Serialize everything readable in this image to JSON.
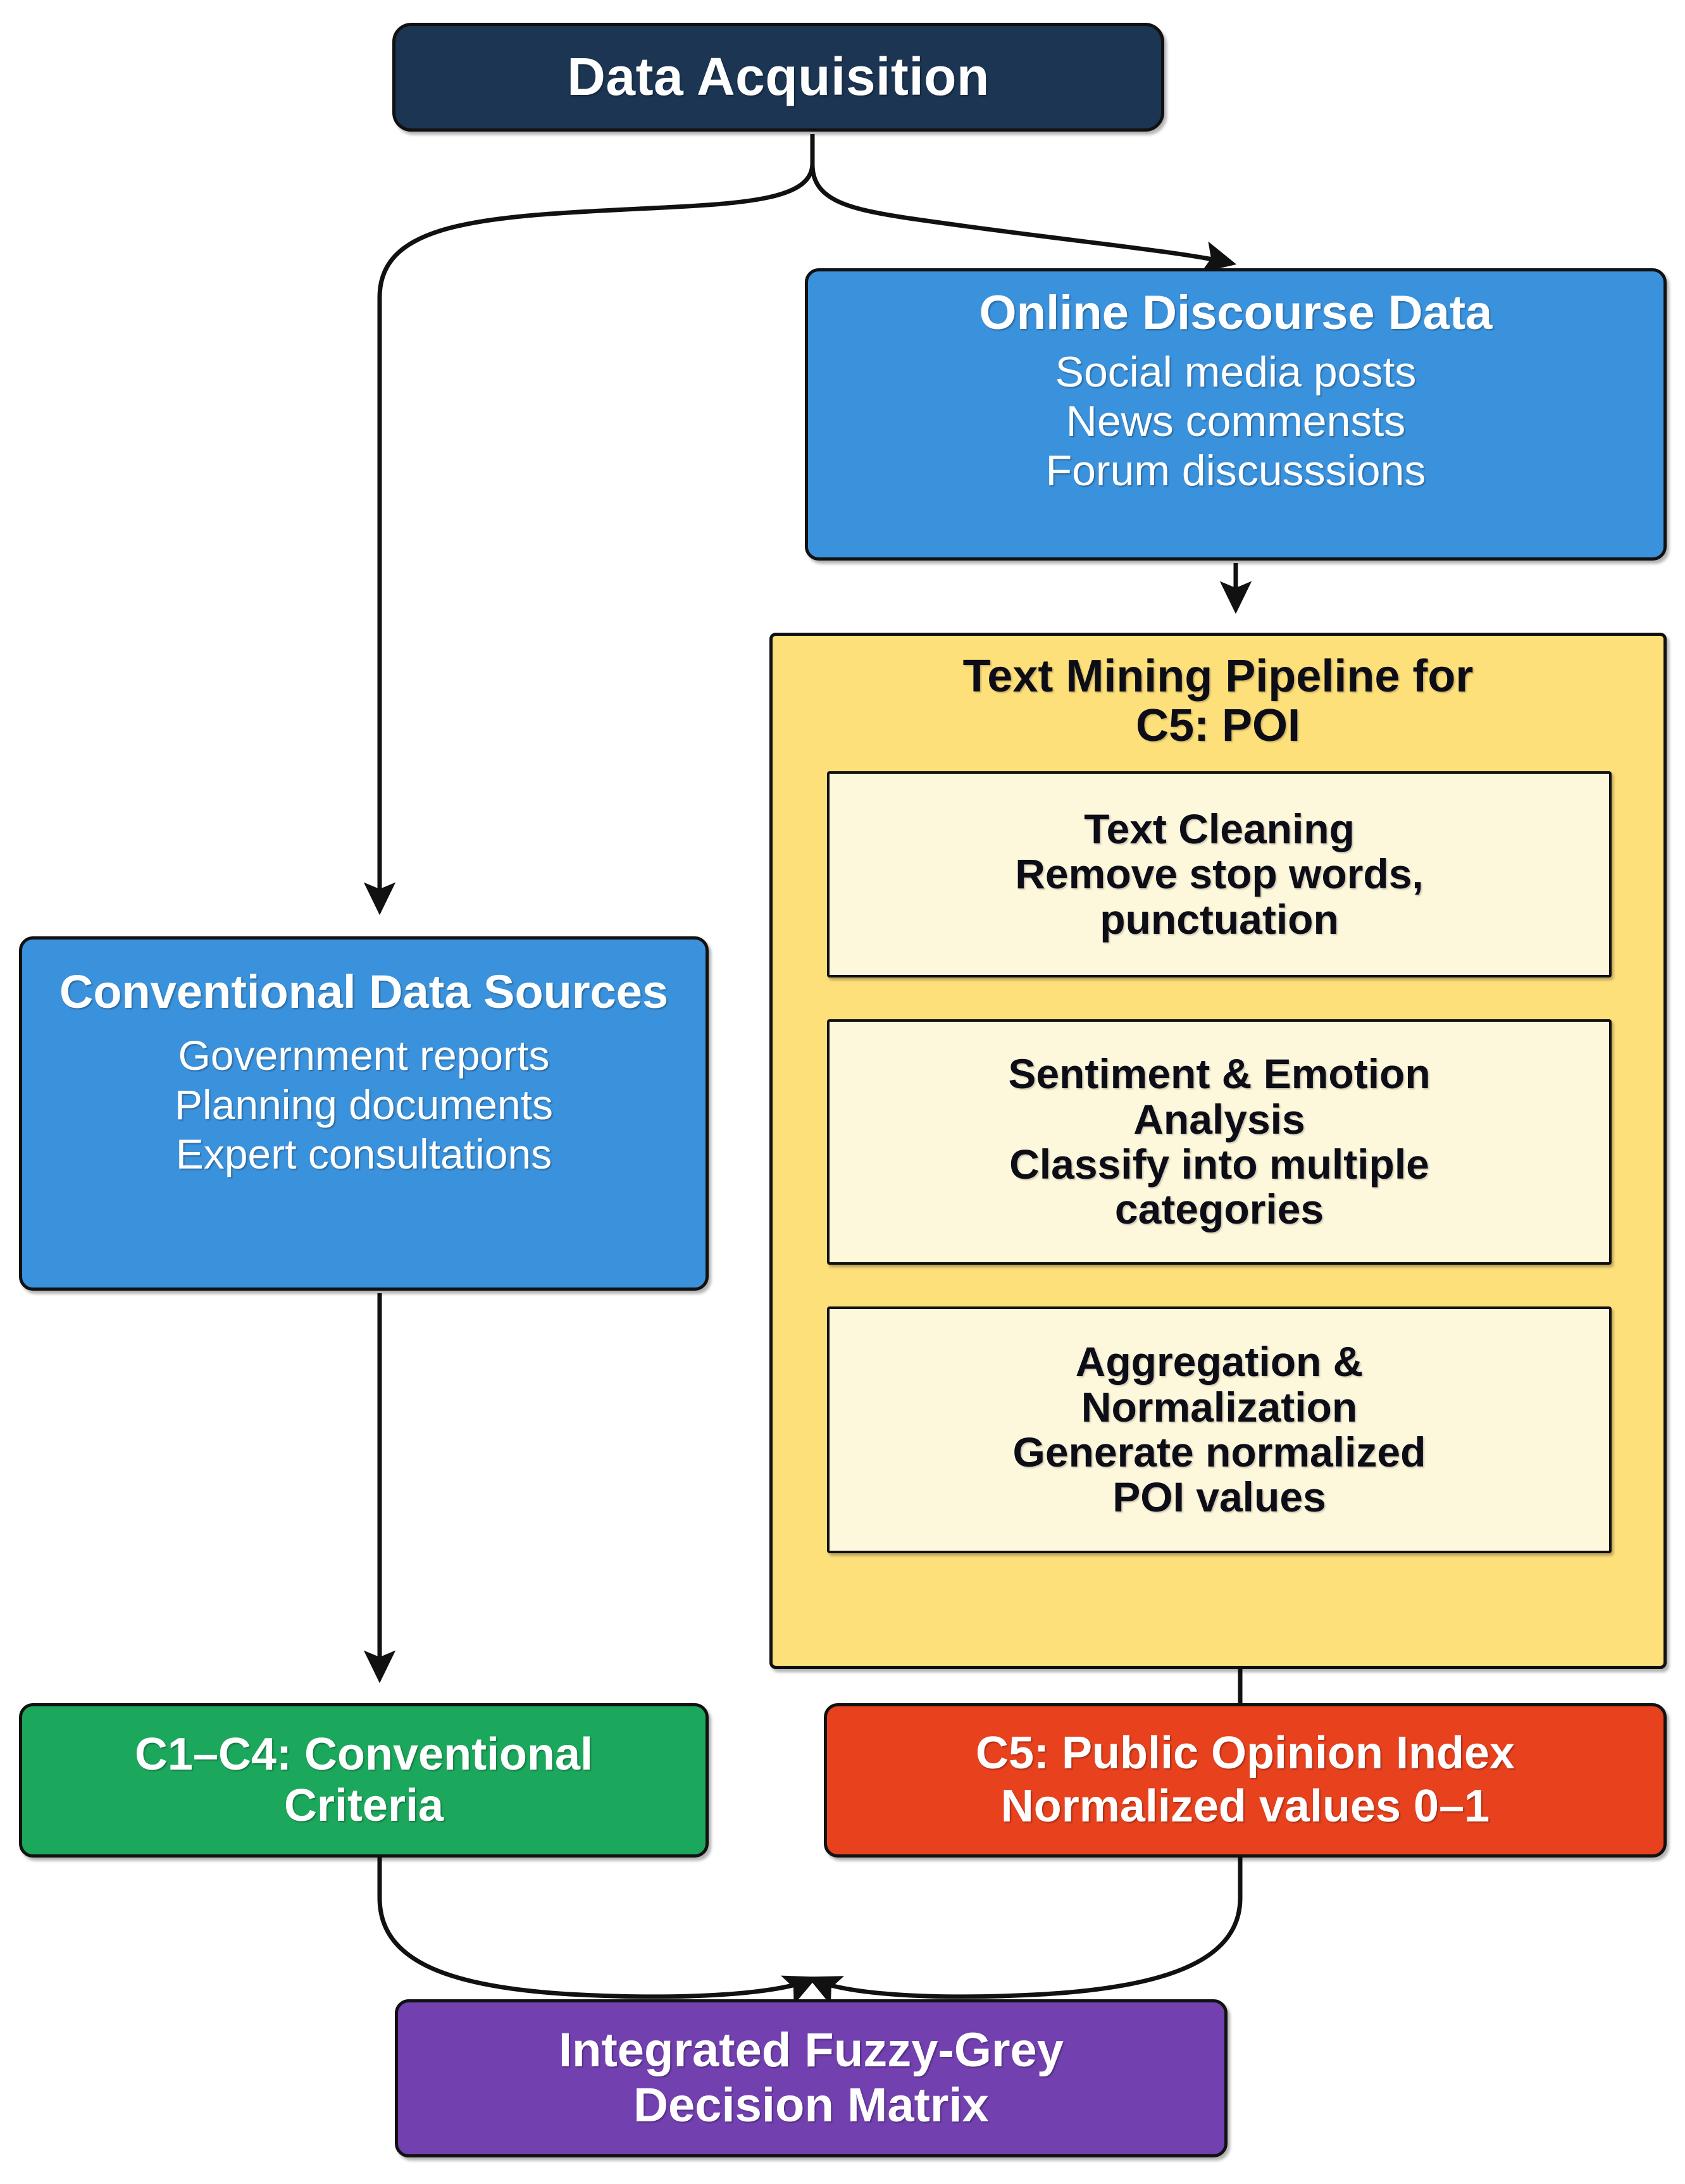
{
  "diagram": {
    "title": "Data Acquisition to Integrated Fuzzy-Grey Decision Matrix flowchart",
    "colors": {
      "acquisition": "#1b3553",
      "data_source_blue": "#3b92dc",
      "pipeline_yellow": "#fee07b",
      "pipeline_step_cream": "#fdf7dc",
      "conventional_green": "#1ca85c",
      "poi_orange": "#e8411e",
      "matrix_purple": "#7340b0",
      "edge_stroke": "#111111"
    }
  },
  "nodes": {
    "acquisition": {
      "title": "Data Acquisition"
    },
    "online_discourse": {
      "title": "Online Discourse Data",
      "lines": [
        "Social media posts",
        "News commensts",
        "Forum discusssions"
      ]
    },
    "conventional_sources": {
      "title": "Conventional Data Sources",
      "lines": [
        "Government reports",
        "Planning documents",
        "Expert consultations"
      ]
    },
    "pipeline": {
      "title_line1": "Text Mining Pipeline for",
      "title_line2": "C5: POI",
      "steps": [
        {
          "title": "Text Cleaning",
          "detail_line1": "Remove stop words,",
          "detail_line2": "punctuation"
        },
        {
          "title_line1": "Sentiment & Emotion",
          "title_line2": "Analysis",
          "detail_line1": "Classify into multiple",
          "detail_line2": "categories"
        },
        {
          "title_line1": "Aggregation &",
          "title_line2": "Normalization",
          "detail_line1": "Generate normalized",
          "detail_line2": "POI values"
        }
      ]
    },
    "conventional_criteria": {
      "line1": "C1–C4: Conventional",
      "line2": "Criteria"
    },
    "public_opinion_index": {
      "line1": "C5: Public Opinion Index",
      "line2": "Normalized values 0–1"
    },
    "decision_matrix": {
      "line1": "Integrated Fuzzy-Grey",
      "line2": "Decision Matrix"
    }
  },
  "edges": [
    {
      "from": "acquisition",
      "to": "online_discourse",
      "style": "curved-arrow"
    },
    {
      "from": "acquisition",
      "to": "conventional_sources",
      "style": "curved-arrow"
    },
    {
      "from": "online_discourse",
      "to": "pipeline",
      "style": "straight-arrow"
    },
    {
      "from": "pipeline_step_1",
      "to": "pipeline_step_2",
      "style": "straight-arrow"
    },
    {
      "from": "pipeline_step_2",
      "to": "pipeline_step_3",
      "style": "straight-arrow"
    },
    {
      "from": "conventional_sources",
      "to": "conventional_criteria",
      "style": "straight-arrow"
    },
    {
      "from": "pipeline",
      "to": "public_opinion_index",
      "style": "straight-line"
    },
    {
      "from": "conventional_criteria",
      "to": "decision_matrix",
      "style": "curved-arrow"
    },
    {
      "from": "public_opinion_index",
      "to": "decision_matrix",
      "style": "curved-arrow"
    }
  ]
}
